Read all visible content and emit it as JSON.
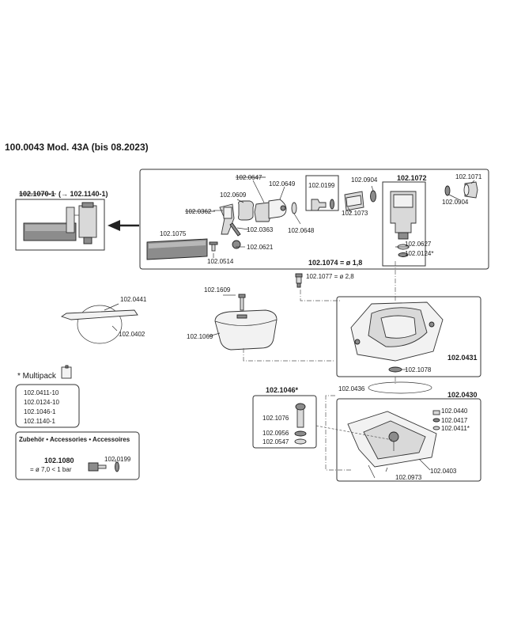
{
  "title": "100.0043 Mod. 43A (bis 08.2023)",
  "replacement": {
    "old": "102.1070-1",
    "arrow_text": "(→ 102.1140-1)"
  },
  "valve_labels": {
    "p0647": "102.0647",
    "p0649": "102.0649",
    "p0199": "102.0199",
    "p0904a": "102.0904",
    "p1072": "102.1072",
    "p1071": "102.1071",
    "p0609": "102.0609",
    "p0362": "102.0362",
    "p0363": "102.0363",
    "p0648": "102.0648",
    "p1073": "102.1073",
    "p0904b": "102.0904",
    "p1075": "102.1075",
    "p0621": "102.0621",
    "p0514": "102.0514",
    "p0627": "102.0627",
    "p0124": "102.0124*",
    "p1074": "102.1074 = ø 1,8",
    "p1077": "102.1077 = ø 2,8"
  },
  "bowl_labels": {
    "p1609": "102.1609",
    "p1069": "102.1069",
    "p0441": "102.0441",
    "p0402": "102.0402",
    "p0431": "102.0431",
    "p1078": "102.1078",
    "p0436": "102.0436",
    "p0430": "102.0430",
    "p0440": "102.0440",
    "p0417": "102.0417",
    "p0411": "102.0411*",
    "p0403": "102.0403",
    "p0973": "102.0973"
  },
  "kit": {
    "title": "102.1046*",
    "items": [
      "102.1076",
      "102.0956",
      "102.0547"
    ]
  },
  "multipack": {
    "title": "* Multipack",
    "items": [
      "102.0411-10",
      "102.0124-10",
      "102.1046-1",
      "102.1140-1"
    ]
  },
  "accessories": {
    "title": "Zubehör • Accessories • Accessoires",
    "part": "102.1080",
    "part_note": "= ø 7,0 < 1 bar",
    "sub_part": "102.0199"
  }
}
